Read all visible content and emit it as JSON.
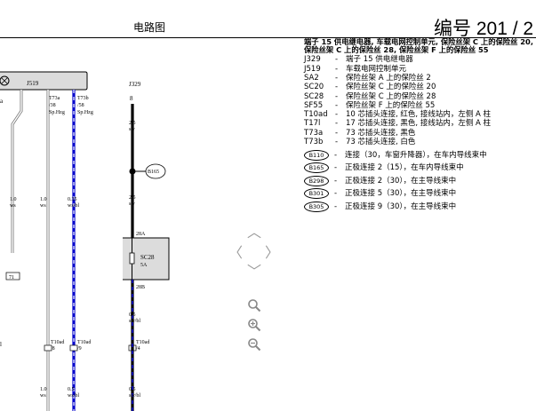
{
  "header": {
    "title": "电路图",
    "number": "编号  201 / 2"
  },
  "diagram": {
    "components": {
      "j519": "J519",
      "j329": "J329",
      "sc28": "SC28",
      "sc28_rating": "5A",
      "b165": "B165"
    },
    "pins": {
      "t73a": "T73a",
      "t73a_pin": "/38",
      "t73a_tag": "Sp.Hzg",
      "t73b": "T73b",
      "t73b_pin": "/58",
      "t73b_tag": "Sp.Hzg",
      "j329_pin": "8",
      "pin_28a": "28A",
      "pin_28b": "28B",
      "t10ad_a": "T10ad",
      "t10ad_a_pin": "/8",
      "t10ad_b": "T10ad",
      "t10ad_b_pin": "/9",
      "t10ad_c": "T10ad",
      "t10ad_c_pin": "/4",
      "left_ref": "71",
      "left_a": "a",
      "left_i": "l"
    },
    "wires": {
      "w1_size": "1.0",
      "w1_color": "ws",
      "w2_size": "1.0",
      "w2_color": "ws",
      "w3_size": "0.35",
      "w3_color": "ws/bl",
      "w4_size": "2.5",
      "w4_color": "sw",
      "w5_size": "2.5",
      "w5_color": "sw",
      "w6_size": "0.5",
      "w6_color": "sw/bl",
      "w7_size": "1.0",
      "w7_color": "ws",
      "w8_size": "0.5",
      "w8_color": "ws/bl",
      "w9_size": "0.5",
      "w9_color": "sw/bl"
    }
  },
  "legend": {
    "heading": "端子 15 供电继电器, 车载电网控制单元, 保险丝架 C 上的保险丝 20, 保险丝架 C 上的保险丝 28, 保险丝架 F 上的保险丝 55",
    "items": [
      {
        "code": "J329",
        "desc": "端子 15 供电继电器"
      },
      {
        "code": "J519",
        "desc": "车载电网控制单元"
      },
      {
        "code": "SA2",
        "desc": "保险丝架 A 上的保险丝 2"
      },
      {
        "code": "SC20",
        "desc": "保险丝架 C 上的保险丝 20"
      },
      {
        "code": "SC28",
        "desc": "保险丝架 C 上的保险丝 28"
      },
      {
        "code": "SF55",
        "desc": "保险丝架 F 上的保险丝 55"
      },
      {
        "code": "T10ad",
        "desc": "10 芯插头连接, 红色, 接线站内，左侧 A 柱"
      },
      {
        "code": "T17l",
        "desc": "17 芯插头连接, 黑色, 接线站内，左侧 A 柱"
      },
      {
        "code": "T73a",
        "desc": "73 芯插头连接, 黑色"
      },
      {
        "code": "T73b",
        "desc": "73 芯插头连接, 白色"
      }
    ],
    "connections": [
      {
        "code": "B110",
        "desc": "连接（30，车窗升降器），在车内导线束中"
      },
      {
        "code": "B165",
        "desc": "正极连接 2（15），在车内导线束中"
      },
      {
        "code": "B298",
        "desc": "正极连接 2（30），在主导线束中"
      },
      {
        "code": "B301",
        "desc": "正极连接 5（30），在主导线束中"
      },
      {
        "code": "B305",
        "desc": "正极连接 9（30），在主导线束中"
      }
    ],
    "dash": "-"
  },
  "nav": {
    "up": "︿",
    "left": "〈",
    "right": "〉",
    "down": "﹀"
  }
}
